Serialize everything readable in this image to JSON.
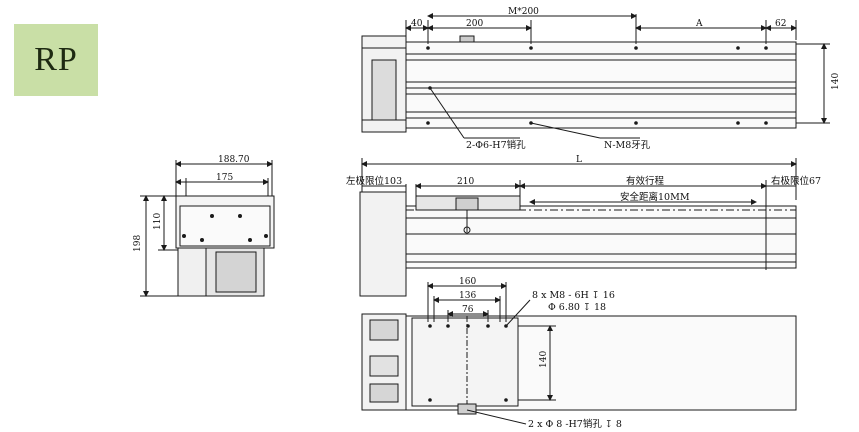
{
  "badge": {
    "label": "RP",
    "bg_color": "#c9dfa6"
  },
  "top_view": {
    "dim_40": "40",
    "dim_200": "200",
    "dim_m200": "M*200",
    "dim_a": "A",
    "dim_62": "62",
    "dim_140": "140",
    "callout_pin": "2-Φ6-H7销孔",
    "callout_thread": "N-M8牙孔"
  },
  "side_view": {
    "dim_l": "L",
    "left_limit": "左极限位103",
    "dim_210": "210",
    "effective_stroke": "有效行程",
    "safety_distance": "安全距离10MM",
    "right_limit": "右极限位67"
  },
  "end_view": {
    "dim_188_70": "188.70",
    "dim_175": "175",
    "dim_198": "198",
    "dim_110": "110"
  },
  "bottom_view": {
    "dim_160": "160",
    "dim_136": "136",
    "dim_76": "76",
    "dim_140": "140",
    "note_thread": "8 x  M8 - 6H ↧ 16",
    "note_dia": "Φ 6.80 ↧ 18",
    "note_pin": "2 x Φ 8 -H7销孔 ↧ 8"
  },
  "colors": {
    "line": "#1a1a1a",
    "fill_light": "#e8e8e8",
    "fill_dark": "#6b6b6b"
  }
}
